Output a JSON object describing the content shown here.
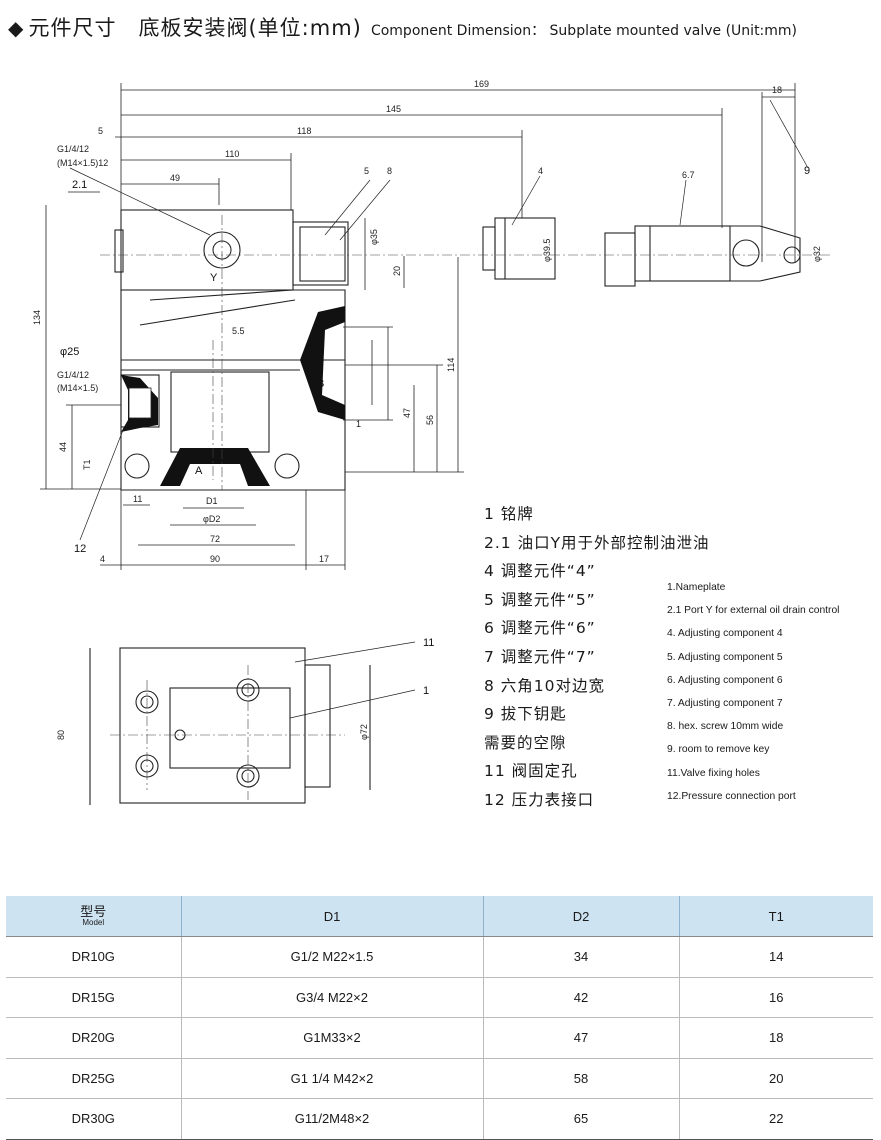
{
  "header": {
    "bullet": "◆",
    "title_cn": "元件尺寸　底板安装阀(单位:mm)",
    "title_en": "Component Dimension： Subplate mounted valve (Unit:mm)"
  },
  "drawing": {
    "dims": [
      "169",
      "145",
      "118",
      "110",
      "49",
      "5",
      "18",
      "134",
      "44",
      "114",
      "56",
      "47",
      "5.5",
      "20",
      "1",
      "11",
      "72",
      "90",
      "17",
      "4",
      "80",
      "φ72",
      "φ35",
      "φ39.5",
      "φ32",
      "φ25",
      "D1",
      "φD2",
      "T1"
    ],
    "callouts": [
      "G1/4/12",
      "(M14×1.5)12",
      "2.1",
      "5",
      "8",
      "4",
      "6.7",
      "9",
      "Y",
      "B",
      "A",
      "G1/4/12",
      "(M14×1.5)",
      "12",
      "11",
      "1"
    ]
  },
  "legend_cn": [
    "1  铭牌",
    "2.1 油口Y用于外部控制油泄油",
    "4  调整元件“4”",
    "5  调整元件“5”",
    "6  调整元件“6”",
    "7  调整元件“7”",
    "8  六角10对边宽",
    "9  拔下钥匙",
    "需要的空隙",
    "11 阀固定孔",
    "12 压力表接口"
  ],
  "legend_en": [
    "1.Nameplate",
    "2.1 Port Y for external oil drain control",
    "4. Adjusting component 4",
    "5. Adjusting component 5",
    "6. Adjusting component 6",
    "7. Adjusting component 7",
    "8. hex. screw 10mm wide",
    "9. room to remove key",
    "11.Valve fixing holes",
    "12.Pressure connection port"
  ],
  "table": {
    "headers": {
      "model_cn": "型号",
      "model_en": "Model",
      "d1": "D1",
      "d2": "D2",
      "t1": "T1"
    },
    "rows": [
      [
        "DR10G",
        "G1/2 M22×1.5",
        "34",
        "14"
      ],
      [
        "DR15G",
        "G3/4 M22×2",
        "42",
        "16"
      ],
      [
        "DR20G",
        "G1M33×2",
        "47",
        "18"
      ],
      [
        "DR25G",
        "G1 1/4 M42×2",
        "58",
        "20"
      ],
      [
        "DR30G",
        "G11/2M48×2",
        "65",
        "22"
      ]
    ]
  }
}
